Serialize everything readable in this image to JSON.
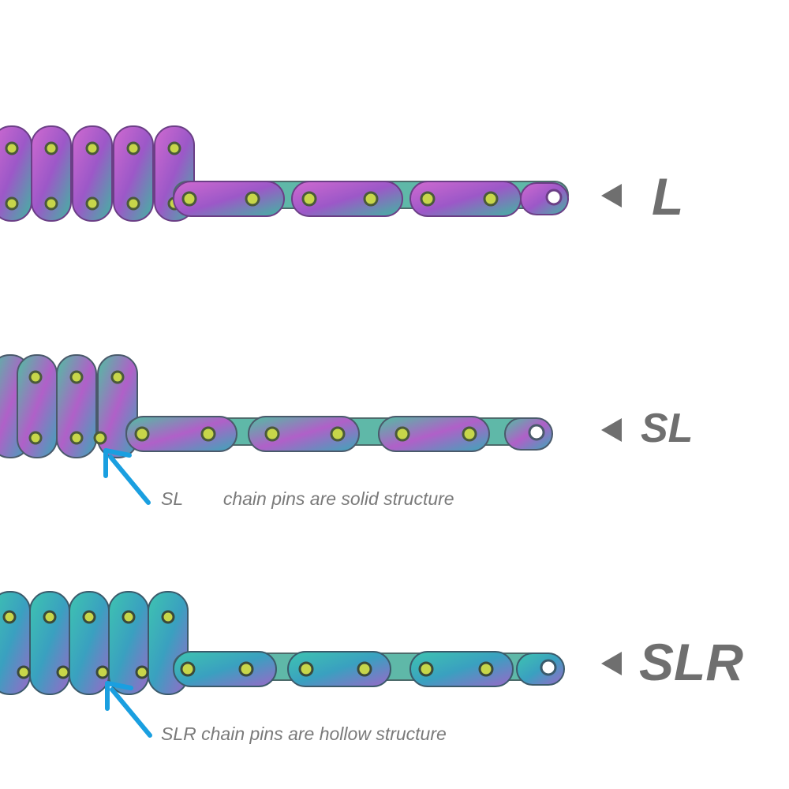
{
  "rows": [
    {
      "label": "L"
    },
    {
      "label": "SL",
      "note": "SL        chain pins are solid structure"
    },
    {
      "label": "SLR",
      "note": "SLR chain pins are hollow structure"
    }
  ],
  "colors": {
    "label_gray": "#6f6f6f",
    "arrow_blue": "#1a9fe0",
    "chain_purple": "#b35ec2",
    "chain_teal": "#37b8a4"
  }
}
